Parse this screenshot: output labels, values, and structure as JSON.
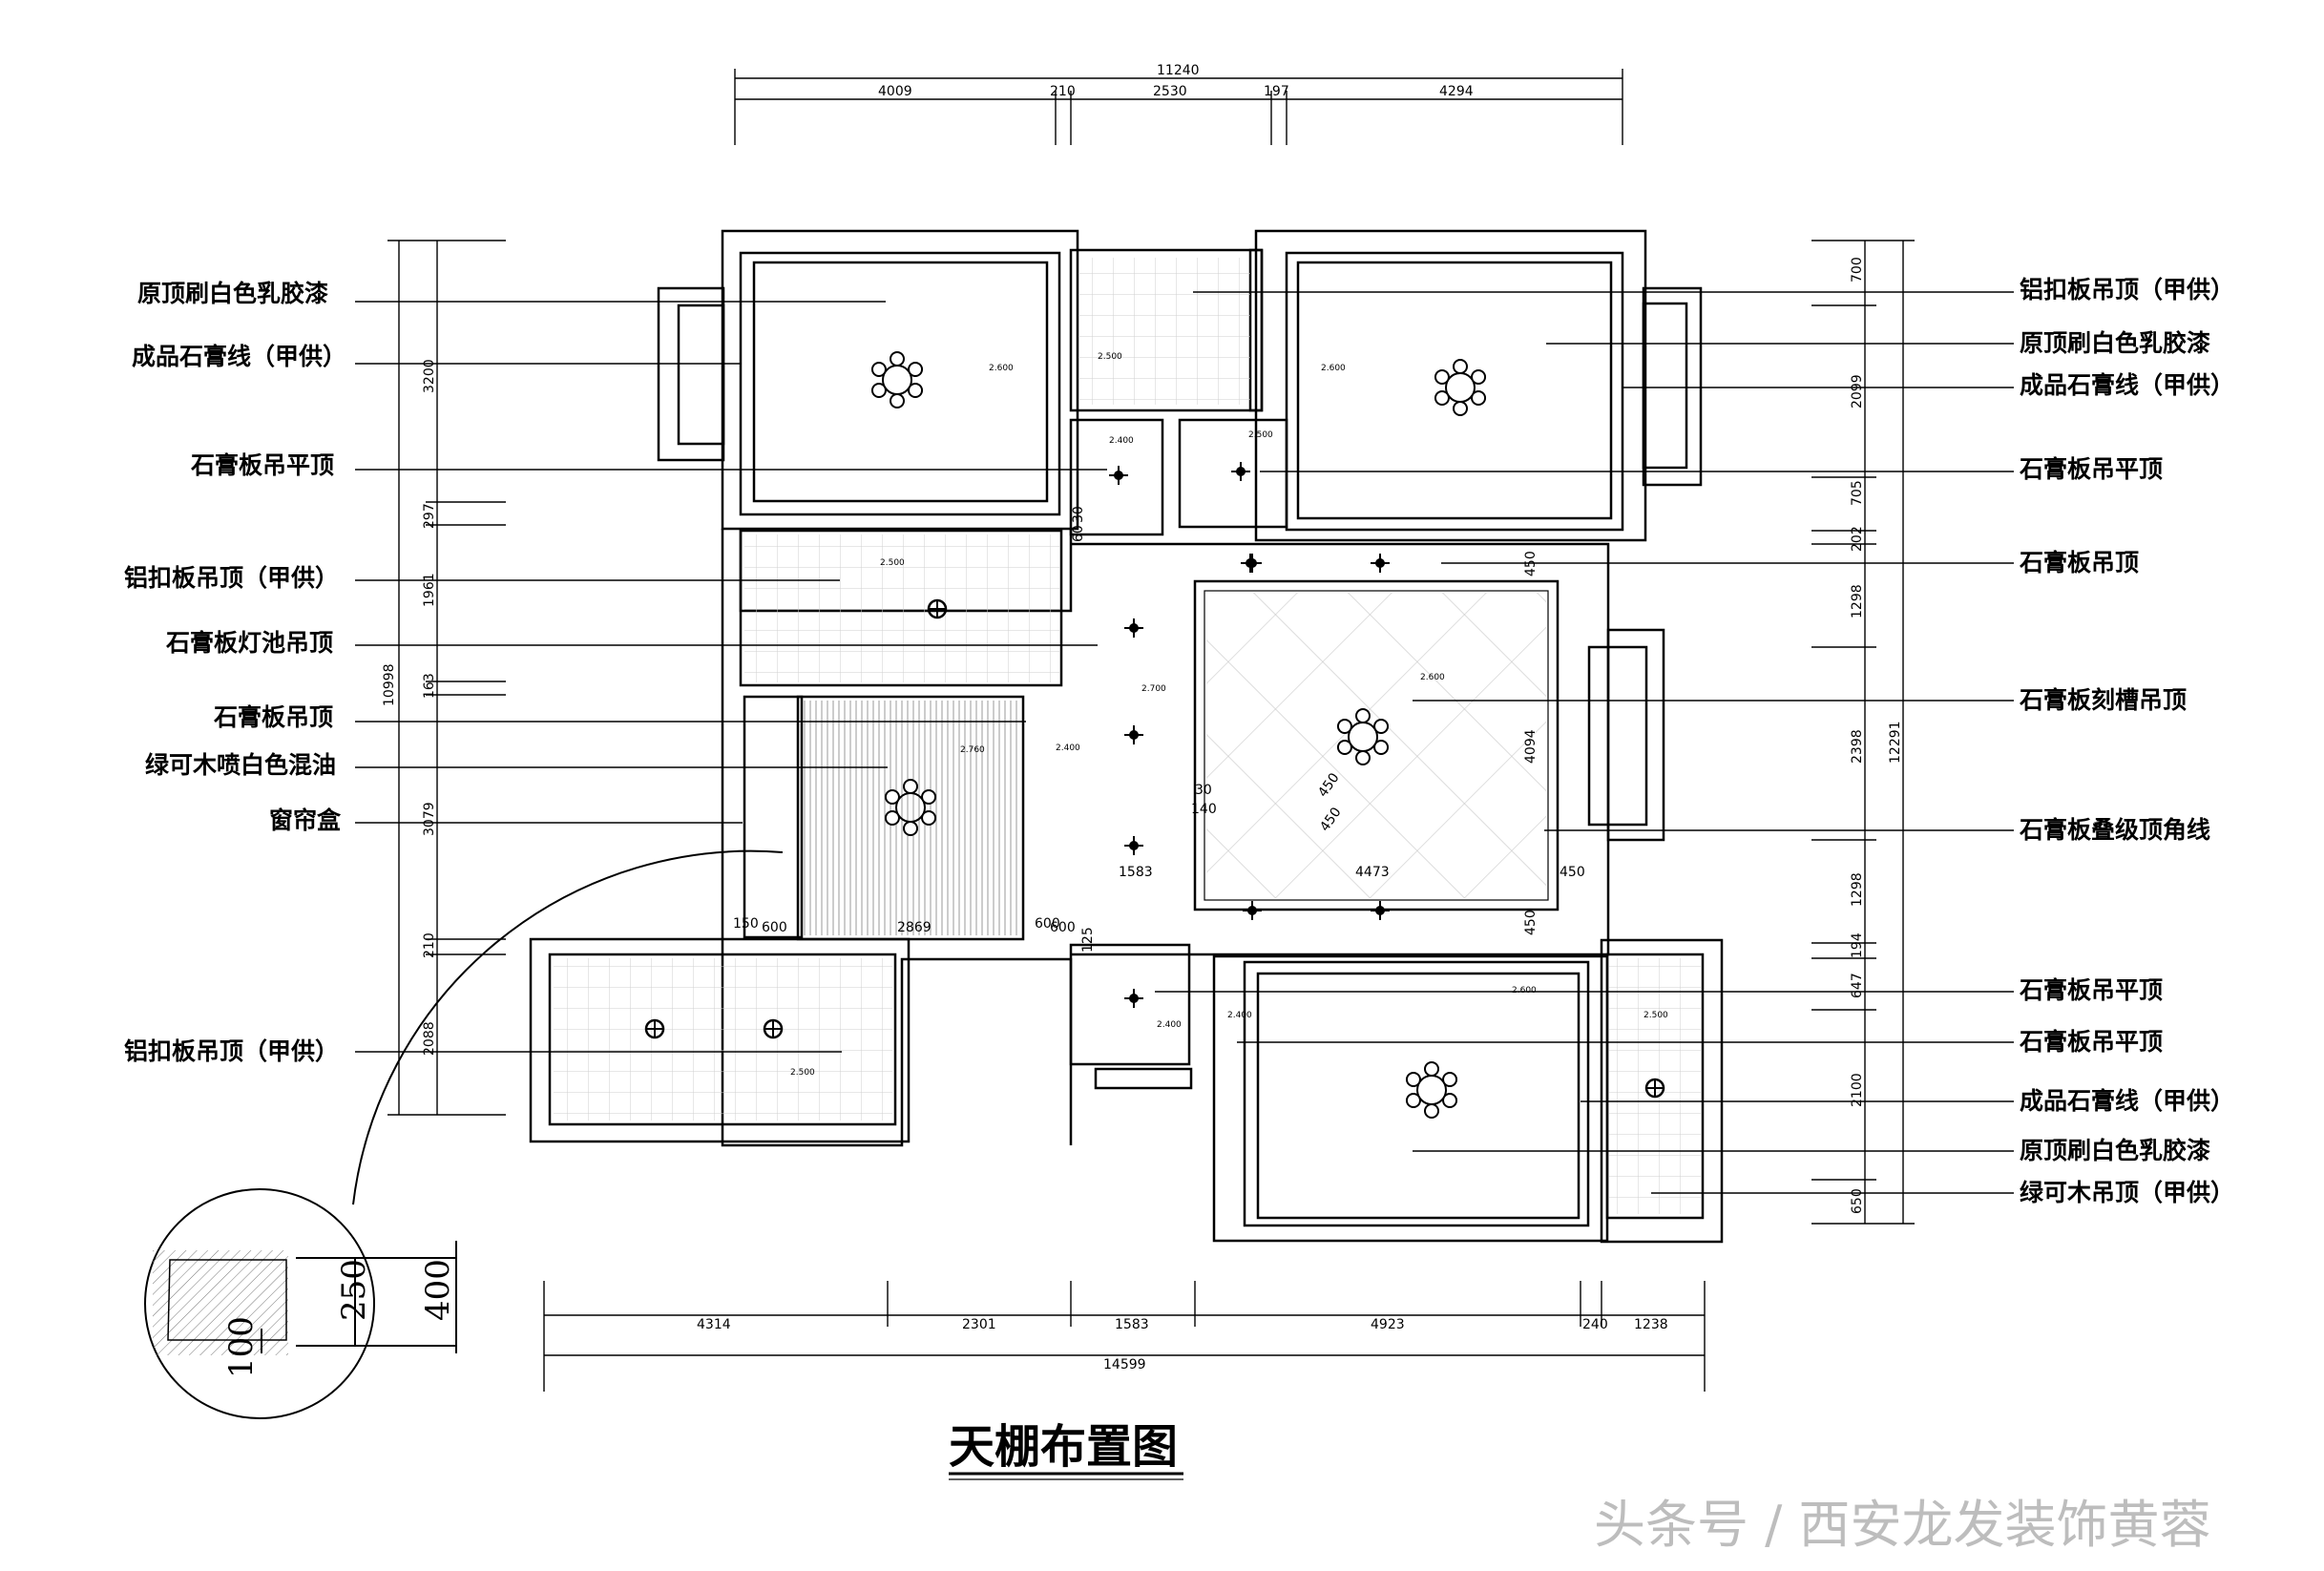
{
  "title": "天棚布置图",
  "watermark": "头条号 / 西安龙发装饰黄蓉",
  "left_labels": [
    "原顶刷白色乳胶漆",
    "成品石膏线（甲供）",
    "石膏板吊平顶",
    "铝扣板吊顶（甲供）",
    "石膏板灯池吊顶",
    "石膏板吊顶",
    "绿可木喷白色混油",
    "窗帘盒",
    "铝扣板吊顶（甲供）"
  ],
  "right_labels": [
    "铝扣板吊顶（甲供）",
    "原顶刷白色乳胶漆",
    "成品石膏线（甲供）",
    "石膏板吊平顶",
    "石膏板吊顶",
    "石膏板刻槽吊顶",
    "石膏板叠级顶角线",
    "石膏板吊平顶",
    "石膏板吊平顶",
    "成品石膏线（甲供）",
    "原顶刷白色乳胶漆",
    "绿可木吊顶（甲供）"
  ],
  "top_dims": {
    "total": "11240",
    "parts": [
      "4009",
      "210",
      "2530",
      "197",
      "4294"
    ]
  },
  "bottom_dims": {
    "total": "14599",
    "parts": [
      "4314",
      "2301",
      "1583",
      "4923",
      "240",
      "1238"
    ]
  },
  "left_dims": {
    "total": "10998",
    "parts": [
      "3200",
      "297",
      "1961",
      "163",
      "3079",
      "210",
      "2088"
    ]
  },
  "right_dims": {
    "total": "12291",
    "parts": [
      "700",
      "2099",
      "705",
      "202",
      "1298",
      "2398",
      "1298",
      "194",
      "647",
      "2100",
      "650"
    ]
  },
  "interior_dims": [
    "30",
    "60",
    "1583",
    "4473",
    "450",
    "600",
    "150",
    "600",
    "2869",
    "600",
    "450",
    "450",
    "4094",
    "30",
    "140",
    "450",
    "450",
    "125"
  ],
  "elevations": [
    "2.600",
    "2.500",
    "2.600",
    "2.400",
    "2.500",
    "2.500",
    "2.700",
    "2.600",
    "2.400",
    "2.760",
    "2.600",
    "2.400",
    "2.400",
    "2.500",
    "2.500"
  ],
  "detail_dims": [
    "250",
    "400",
    "100"
  ]
}
